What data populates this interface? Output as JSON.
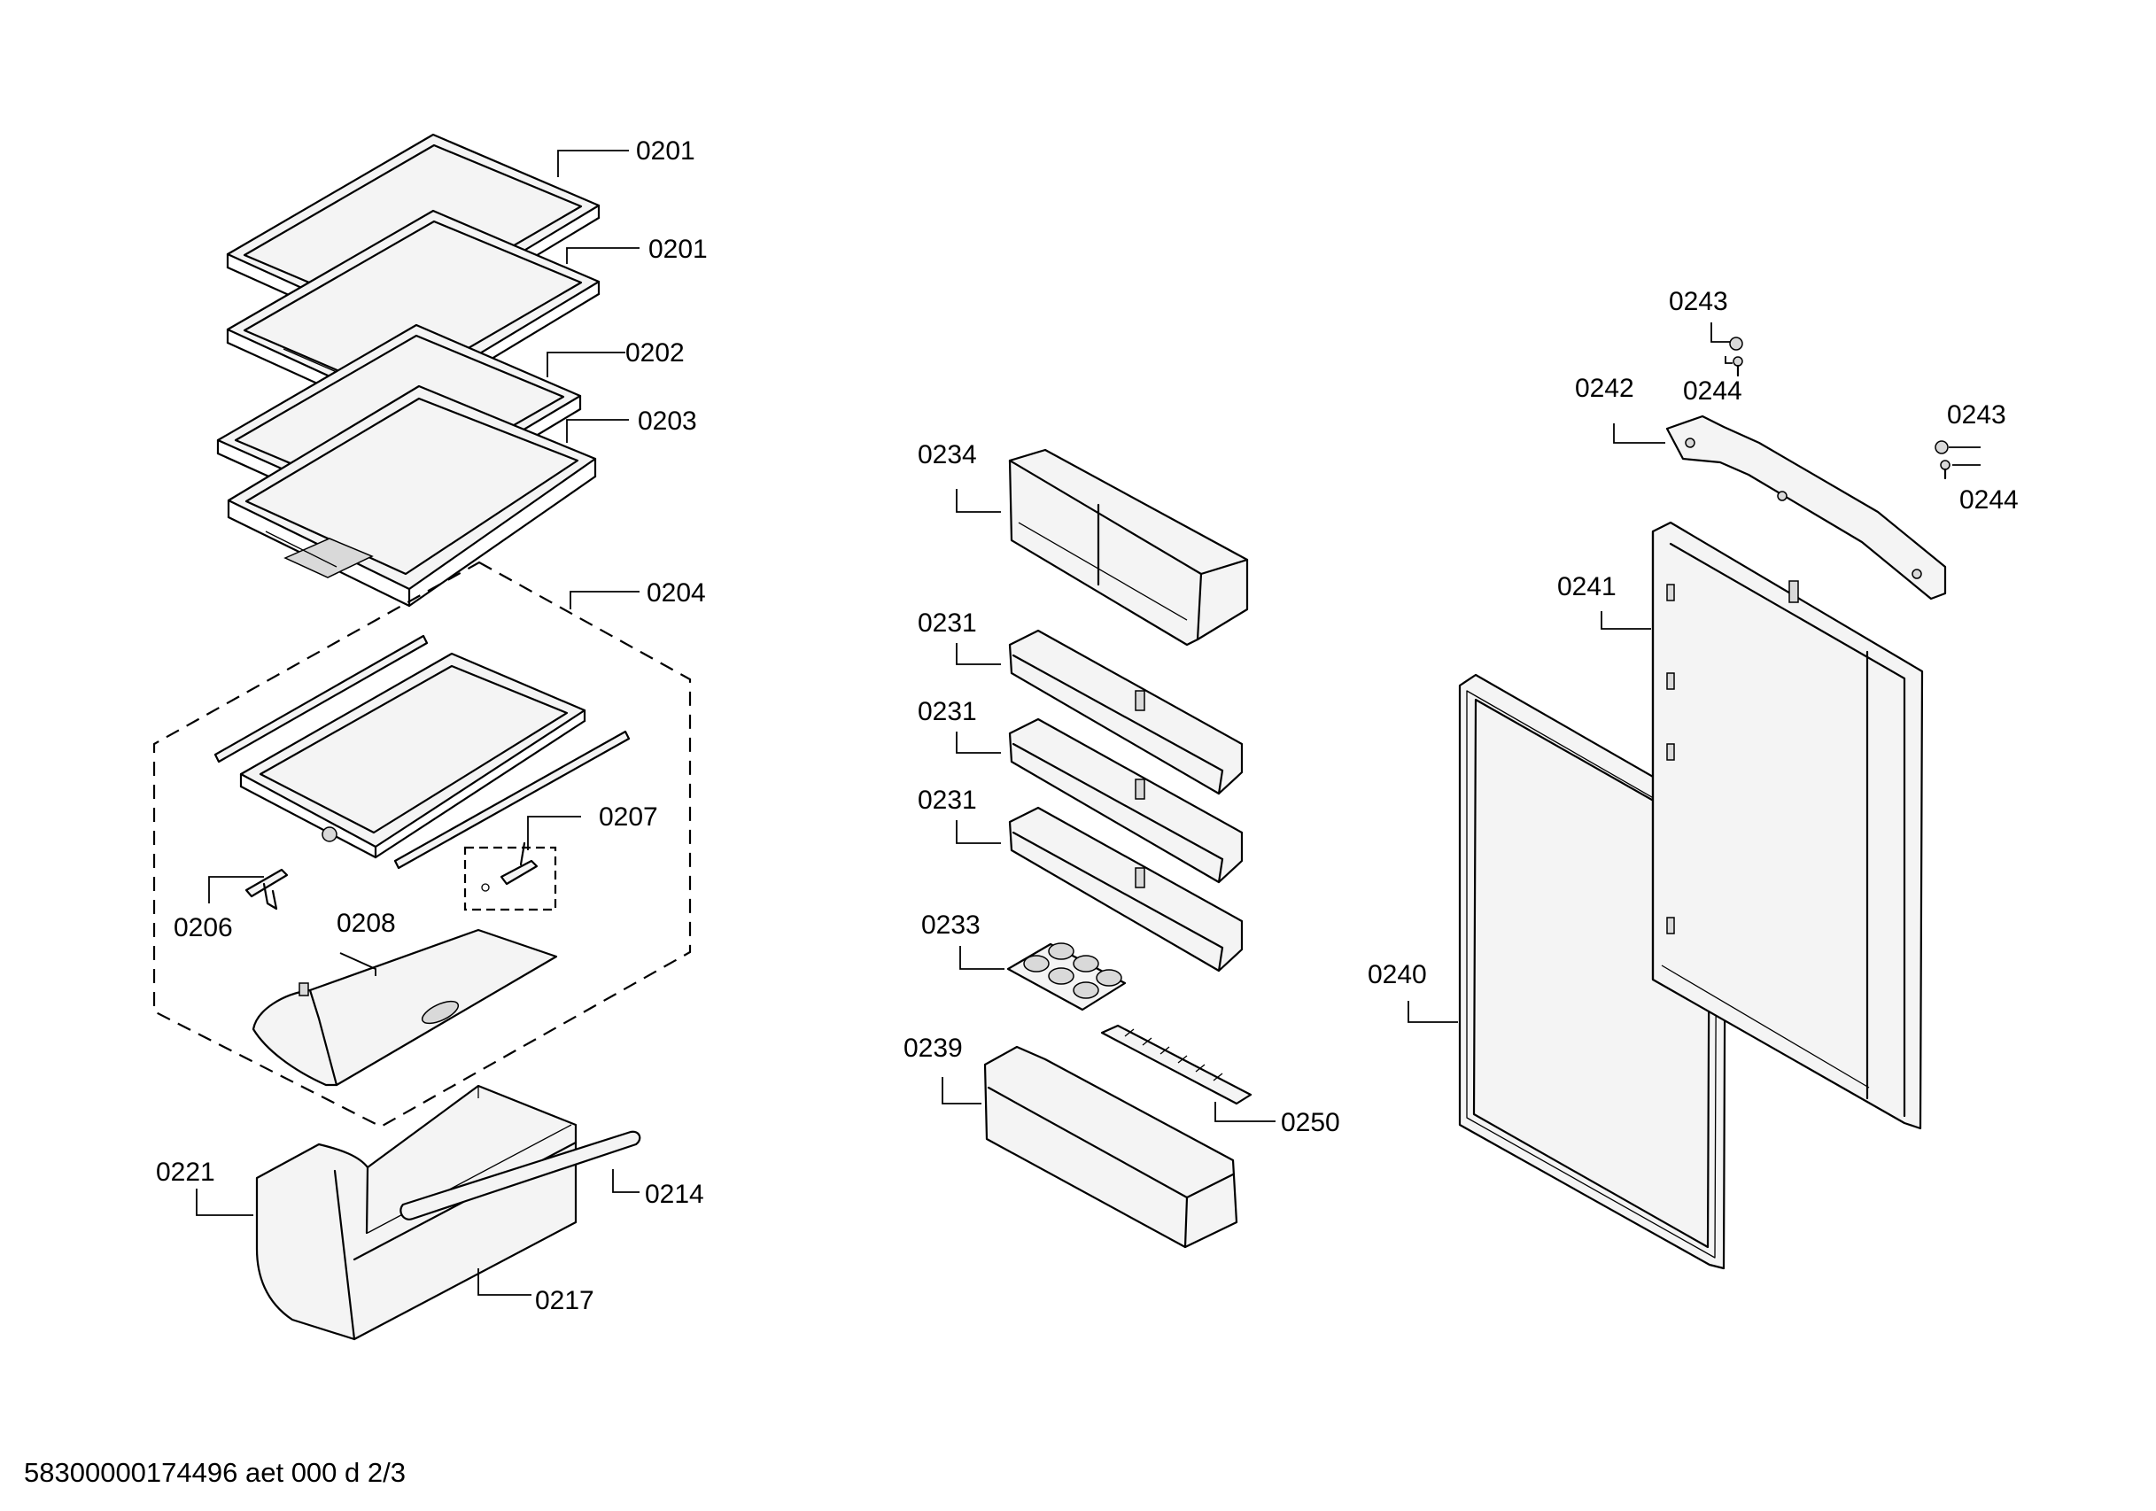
{
  "footer_text": "58300000174496 aet 000 d 2/3",
  "callouts": {
    "c0201a": "0201",
    "c0201b": "0201",
    "c0202": "0202",
    "c0203": "0203",
    "c0204": "0204",
    "c0206": "0206",
    "c0207": "0207",
    "c0208": "0208",
    "c0214": "0214",
    "c0217": "0217",
    "c0221": "0221",
    "c0231a": "0231",
    "c0231b": "0231",
    "c0231c": "0231",
    "c0233": "0233",
    "c0234": "0234",
    "c0239": "0239",
    "c0240": "0240",
    "c0241": "0241",
    "c0242": "0242",
    "c0243a": "0243",
    "c0243b": "0243",
    "c0244a": "0244",
    "c0244b": "0244",
    "c0250": "0250"
  }
}
